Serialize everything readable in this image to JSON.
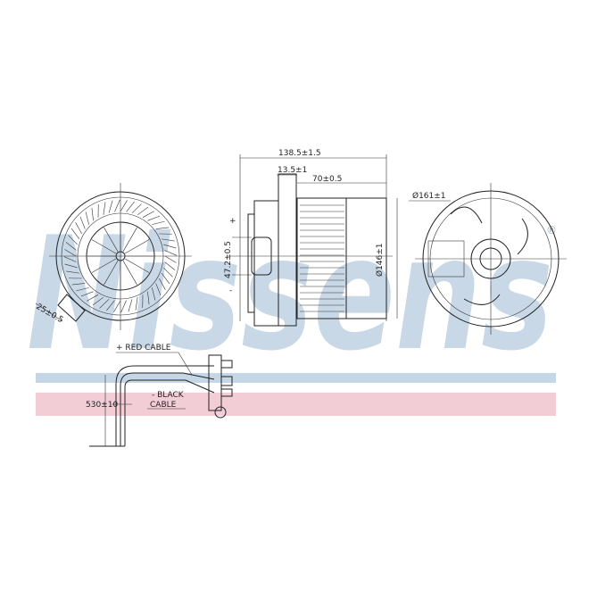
{
  "watermark": {
    "brand": "Nissens",
    "colors": {
      "text": "#c9d8e6",
      "band_blue": "#c5d6e6",
      "band_pink": "#f2cdd6"
    }
  },
  "dimensions": {
    "overall_length": "138.5±1.5",
    "flange": "13.5±1",
    "fan_length": "70±0.5",
    "connector_spacing": "47.2±0.5",
    "fan_diameter": "Ø146±1",
    "housing_diameter": "Ø161±1",
    "connector_offset": "25±0.5",
    "cable_length": "530±10"
  },
  "labels": {
    "plus": "+",
    "minus": "-",
    "red_cable": "+ RED CABLE",
    "black_cable_line1": "- BLACK",
    "black_cable_line2": "CABLE",
    "registered": "®"
  }
}
